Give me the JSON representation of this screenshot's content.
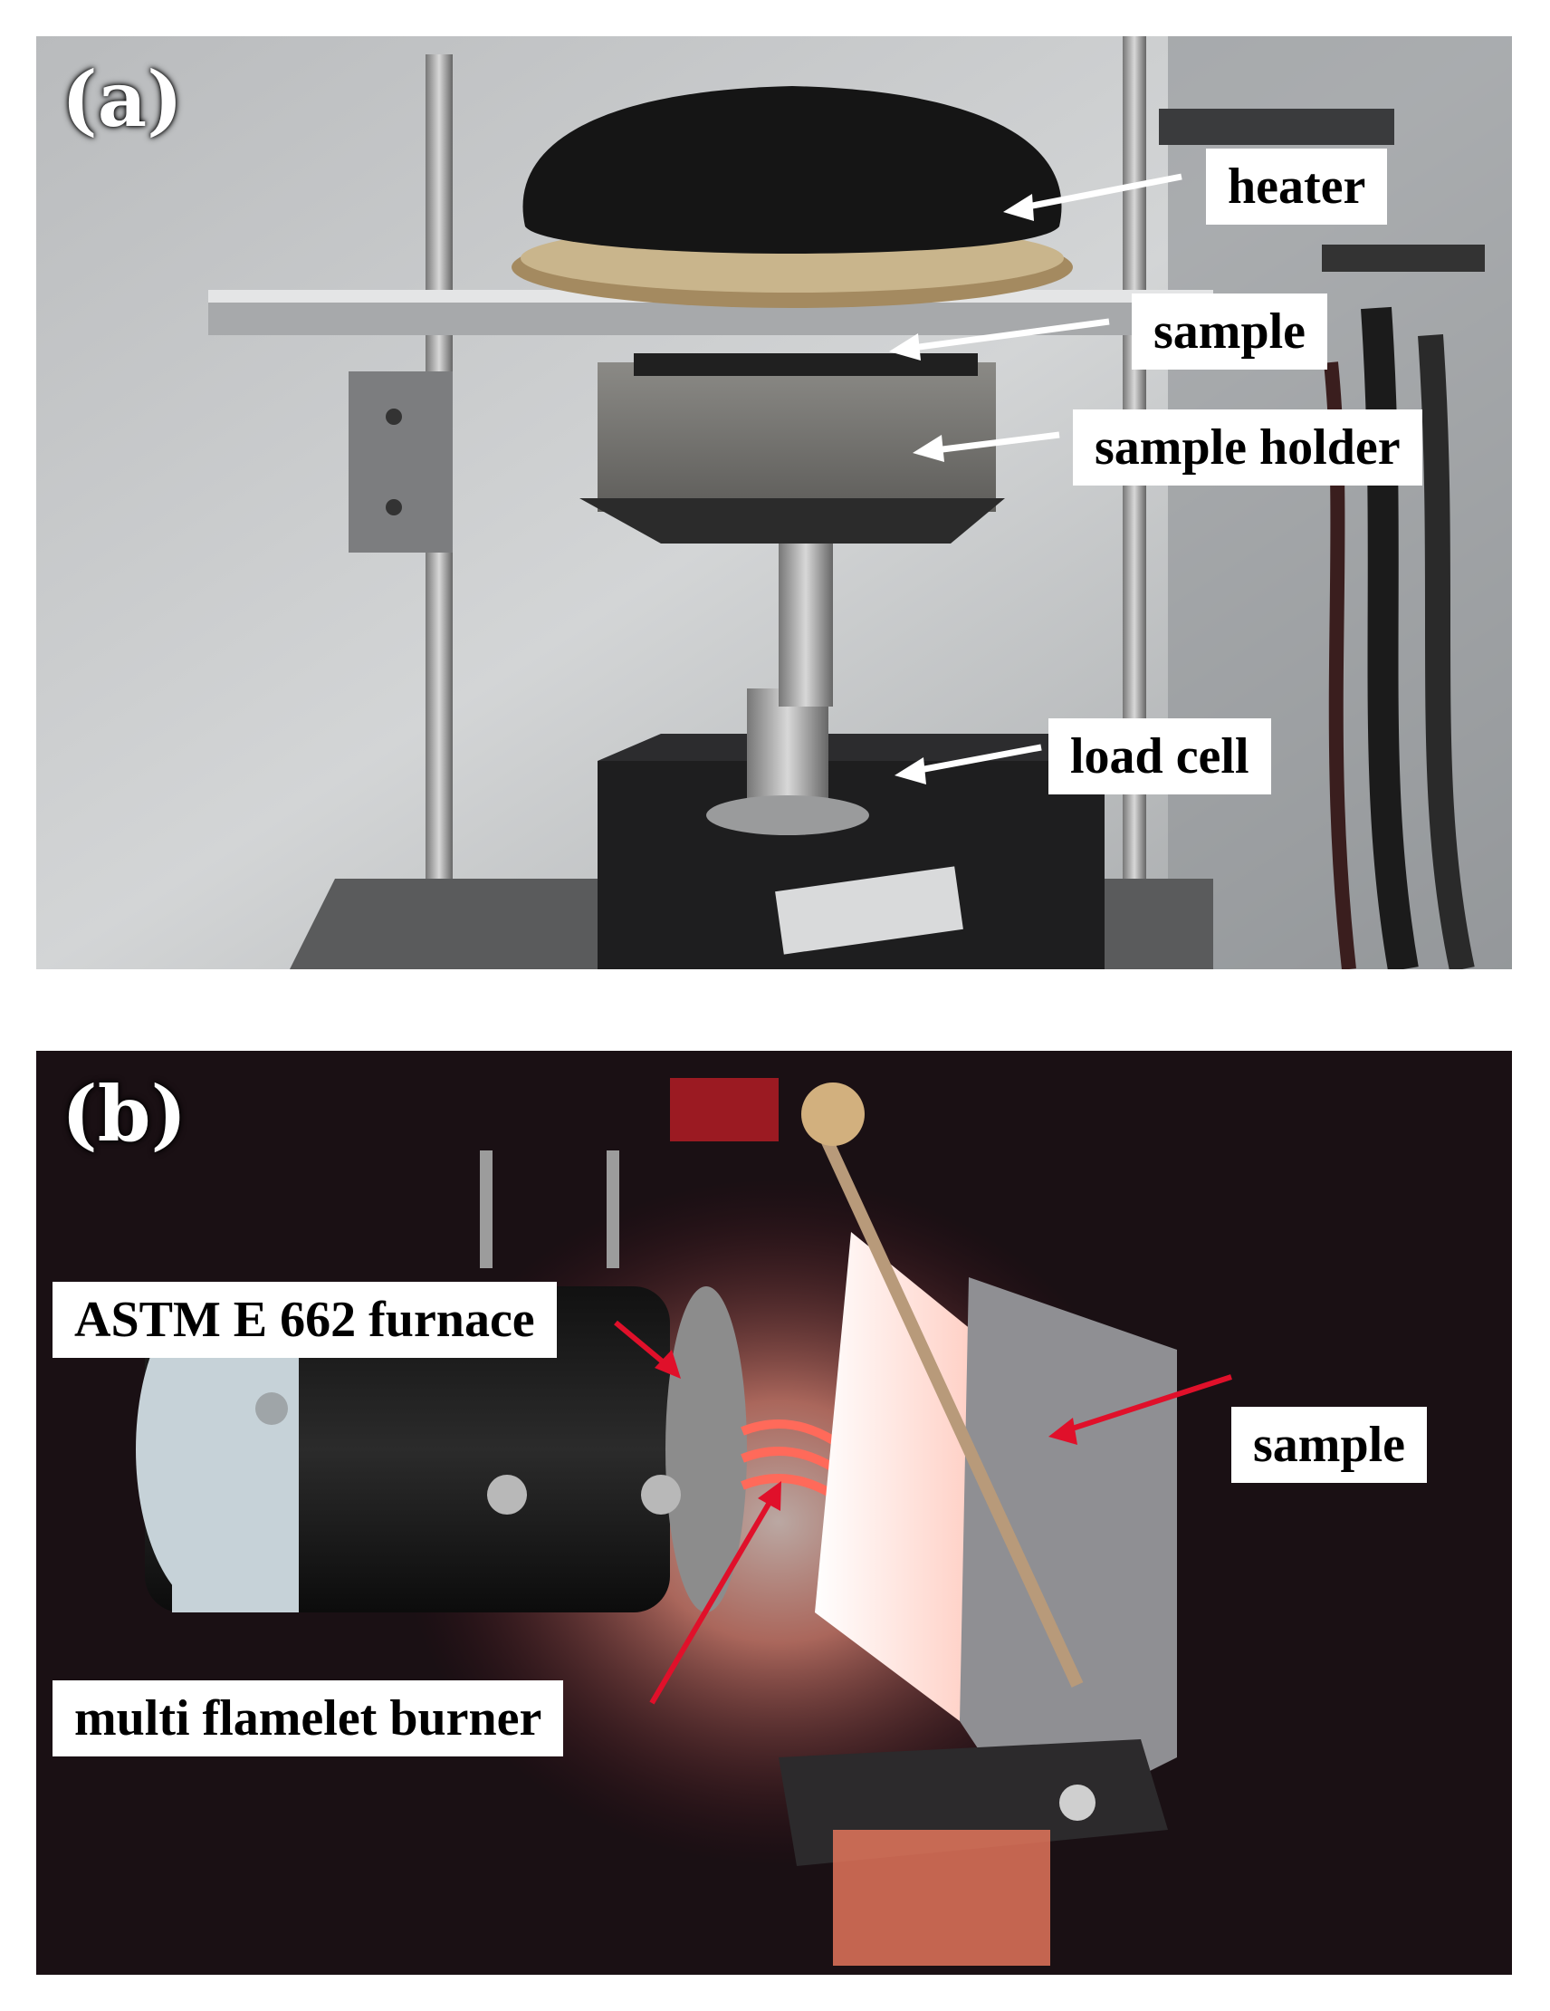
{
  "panel_a": {
    "letter": "(a)",
    "labels": {
      "heater": "heater",
      "sample": "sample",
      "sample_holder": "sample holder",
      "load_cell": "load cell"
    }
  },
  "panel_b": {
    "letter": "(b)",
    "labels": {
      "furnace": "ASTM E 662 furnace",
      "sample": "sample",
      "burner": "multi flamelet burner"
    }
  },
  "colors": {
    "arrow_a": "#ffffff",
    "arrow_b": "#e0102a",
    "panel_a_bg": "#c9cbcd",
    "panel_b_bg": "#1a1014"
  }
}
